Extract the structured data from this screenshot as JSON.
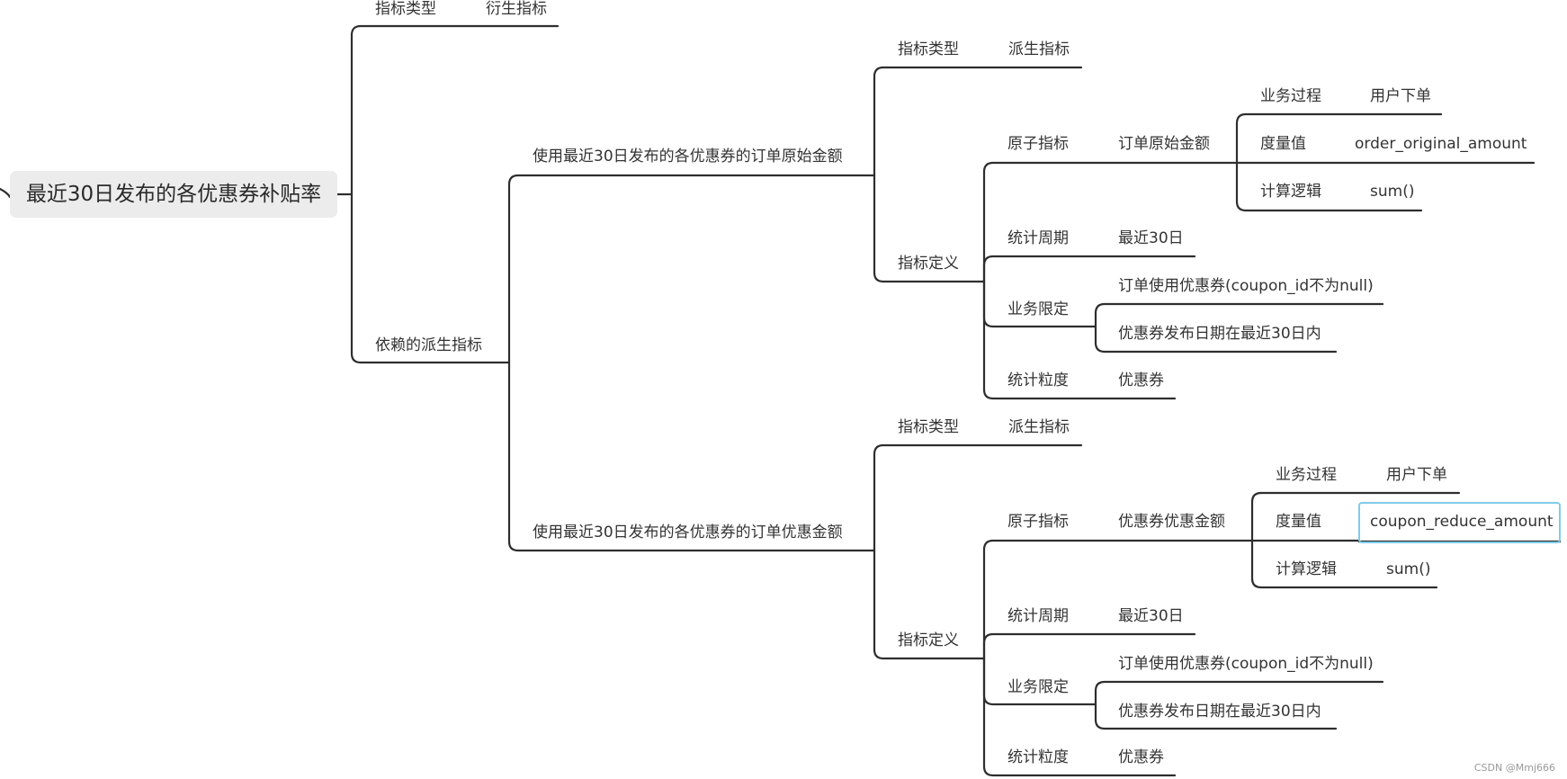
{
  "root": "最近30日发布的各优惠券补贴率",
  "branch_top": {
    "k": "指标类型",
    "v": "衍生指标"
  },
  "branch_dep": "依赖的派生指标",
  "derived": [
    {
      "name": "使用最近30日发布的各优惠券的订单原始金额",
      "type_k": "指标类型",
      "type_v": "派生指标",
      "def_k": "指标定义",
      "atom_k": "原子指标",
      "atom_v": "订单原始金额",
      "atom_children": [
        {
          "k": "业务过程",
          "v": "用户下单"
        },
        {
          "k": "度量值",
          "v": "order_original_amount"
        },
        {
          "k": "计算逻辑",
          "v": "sum()"
        }
      ],
      "period_k": "统计周期",
      "period_v": "最近30日",
      "limit_k": "业务限定",
      "limit_children": [
        "订单使用优惠券(coupon_id不为null)",
        "优惠券发布日期在最近30日内"
      ],
      "grain_k": "统计粒度",
      "grain_v": "优惠券"
    },
    {
      "name": "使用最近30日发布的各优惠券的订单优惠金额",
      "type_k": "指标类型",
      "type_v": "派生指标",
      "def_k": "指标定义",
      "atom_k": "原子指标",
      "atom_v": "优惠券优惠金额",
      "atom_children": [
        {
          "k": "业务过程",
          "v": "用户下单"
        },
        {
          "k": "度量值",
          "v": "coupon_reduce_amount"
        },
        {
          "k": "计算逻辑",
          "v": "sum()"
        }
      ],
      "period_k": "统计周期",
      "period_v": "最近30日",
      "limit_k": "业务限定",
      "limit_children": [
        "订单使用优惠券(coupon_id不为null)",
        "优惠券发布日期在最近30日内"
      ],
      "grain_k": "统计粒度",
      "grain_v": "优惠券"
    }
  ],
  "watermark": "CSDN @Mmj666"
}
